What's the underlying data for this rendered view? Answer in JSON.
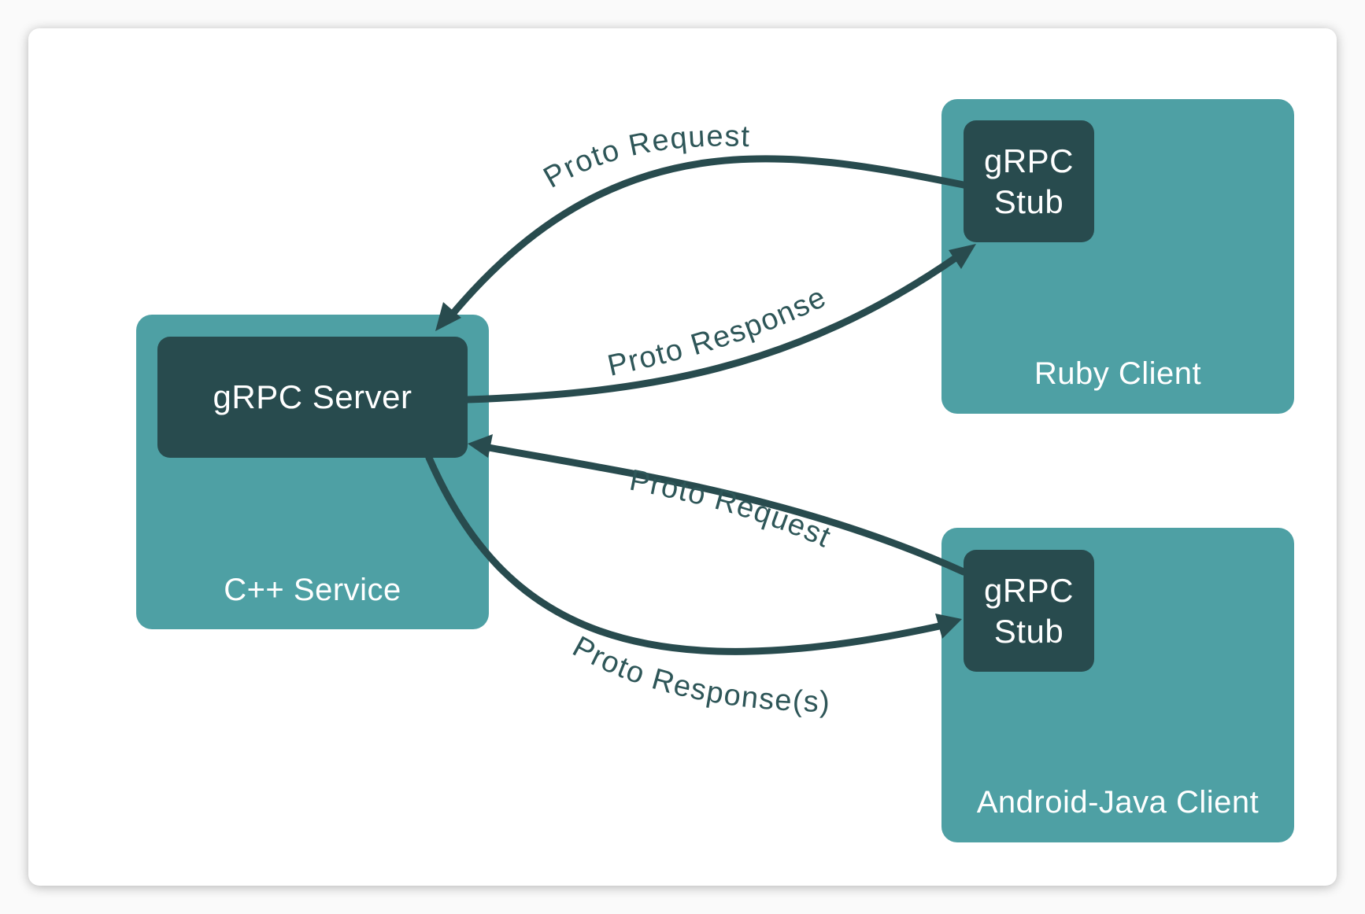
{
  "nodes": {
    "cpp_service": {
      "label": "C++ Service",
      "server": "gRPC Server"
    },
    "ruby_client": {
      "label": "Ruby Client",
      "stub_line1": "gRPC",
      "stub_line2": "Stub"
    },
    "android_client": {
      "label": "Android-Java Client",
      "stub_line1": "gRPC",
      "stub_line2": "Stub"
    }
  },
  "edges": [
    {
      "from": "Ruby gRPC Stub",
      "to": "gRPC Server",
      "label": "Proto Request"
    },
    {
      "from": "gRPC Server",
      "to": "Ruby gRPC Stub",
      "label": "Proto Response"
    },
    {
      "from": "Android gRPC Stub",
      "to": "gRPC Server",
      "label": "Proto Request"
    },
    {
      "from": "gRPC Server",
      "to": "Android gRPC Stub",
      "label": "Proto Response(s)"
    }
  ],
  "colors": {
    "outer_box": "#4ea0a4",
    "inner_box": "#284b4e",
    "arrow": "#284b4e",
    "label_text": "#2e5658",
    "background": "#ffffff"
  }
}
